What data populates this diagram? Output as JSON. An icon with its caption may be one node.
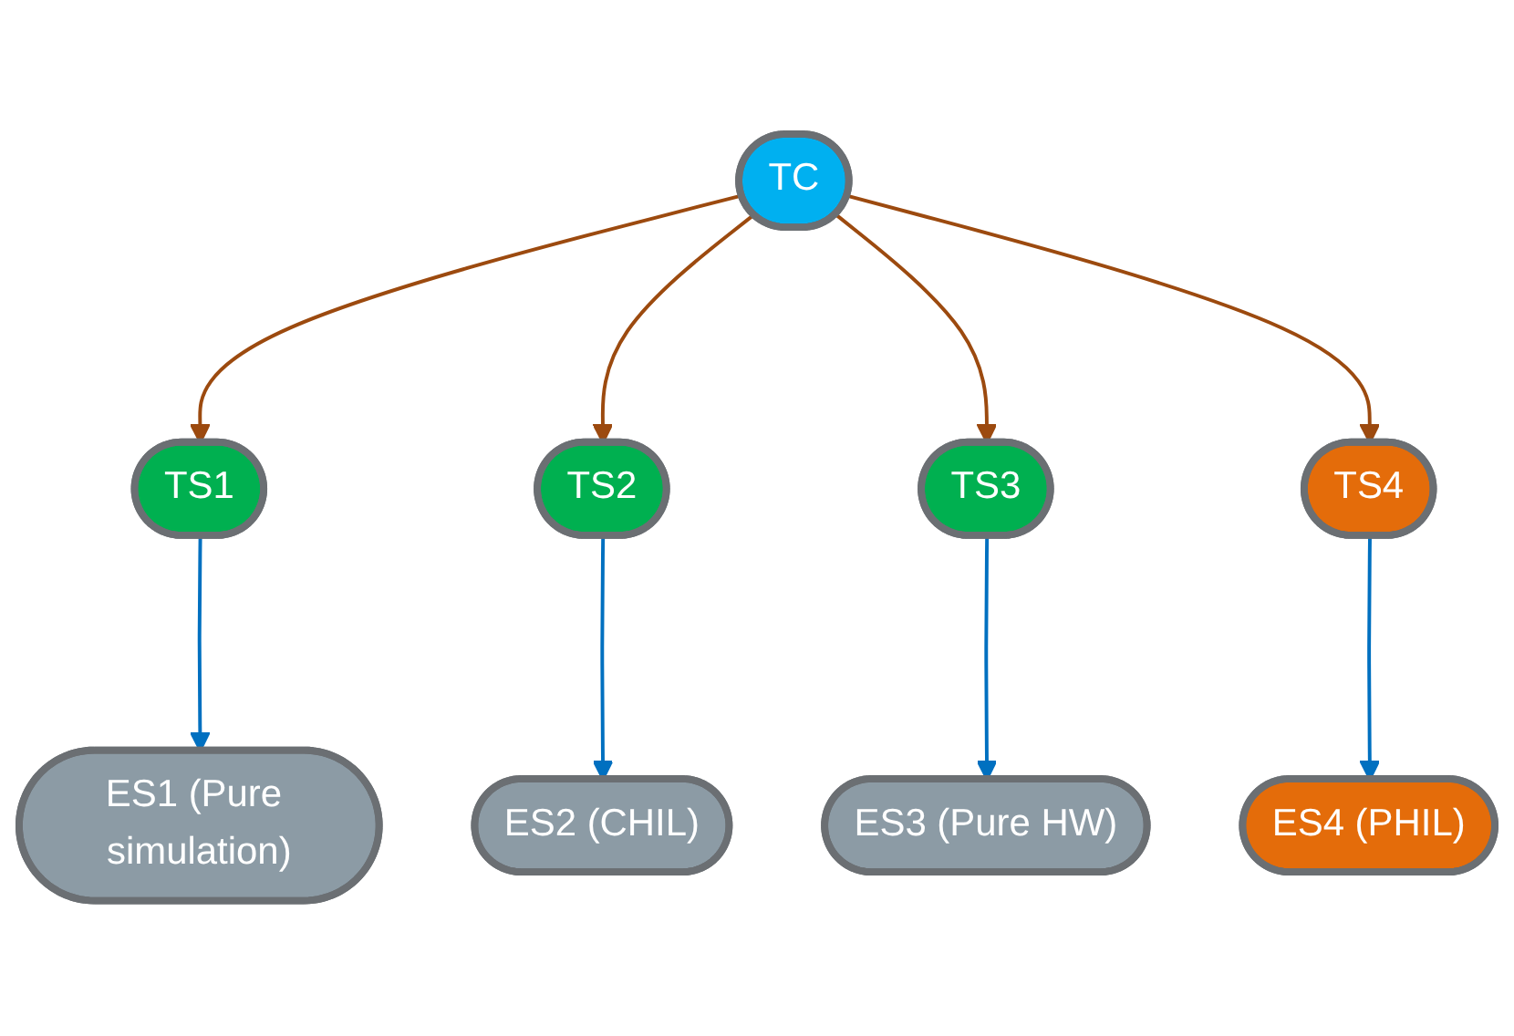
{
  "diagram": {
    "nodes": [
      {
        "text": [
          "TC"
        ]
      },
      {
        "text": [
          "TS1"
        ]
      },
      {
        "text": [
          "TS2"
        ]
      },
      {
        "text": [
          "TS3"
        ]
      },
      {
        "text": [
          "TS4"
        ]
      },
      {
        "text": [
          "ES1 (Pure simulation)"
        ]
      },
      {
        "text": [
          "ES2 (CHIL)"
        ]
      },
      {
        "text": [
          "ES3 (Pure HW)"
        ]
      },
      {
        "text": [
          "ES4 (PHIL)"
        ]
      }
    ],
    "edges": [
      {
        "from": 0,
        "to": 1,
        "arrow": "to",
        "color": "#9c4a0f"
      },
      {
        "from": 0,
        "to": 2,
        "arrow": "to",
        "color": "#9c4a0f"
      },
      {
        "from": 0,
        "to": 3,
        "arrow": "to",
        "color": "#9c4a0f"
      },
      {
        "from": 0,
        "to": 4,
        "arrow": "to",
        "color": "#9c4a0f"
      },
      {
        "from": 1,
        "to": 5,
        "arrow": "to",
        "color": "#0070c0"
      },
      {
        "from": 2,
        "to": 6,
        "arrow": "to",
        "color": "#0070c0"
      },
      {
        "from": 3,
        "to": 7,
        "arrow": "to",
        "color": "#0070c0"
      },
      {
        "from": 4,
        "to": 8,
        "arrow": "to",
        "color": "#0070c0"
      }
    ]
  }
}
